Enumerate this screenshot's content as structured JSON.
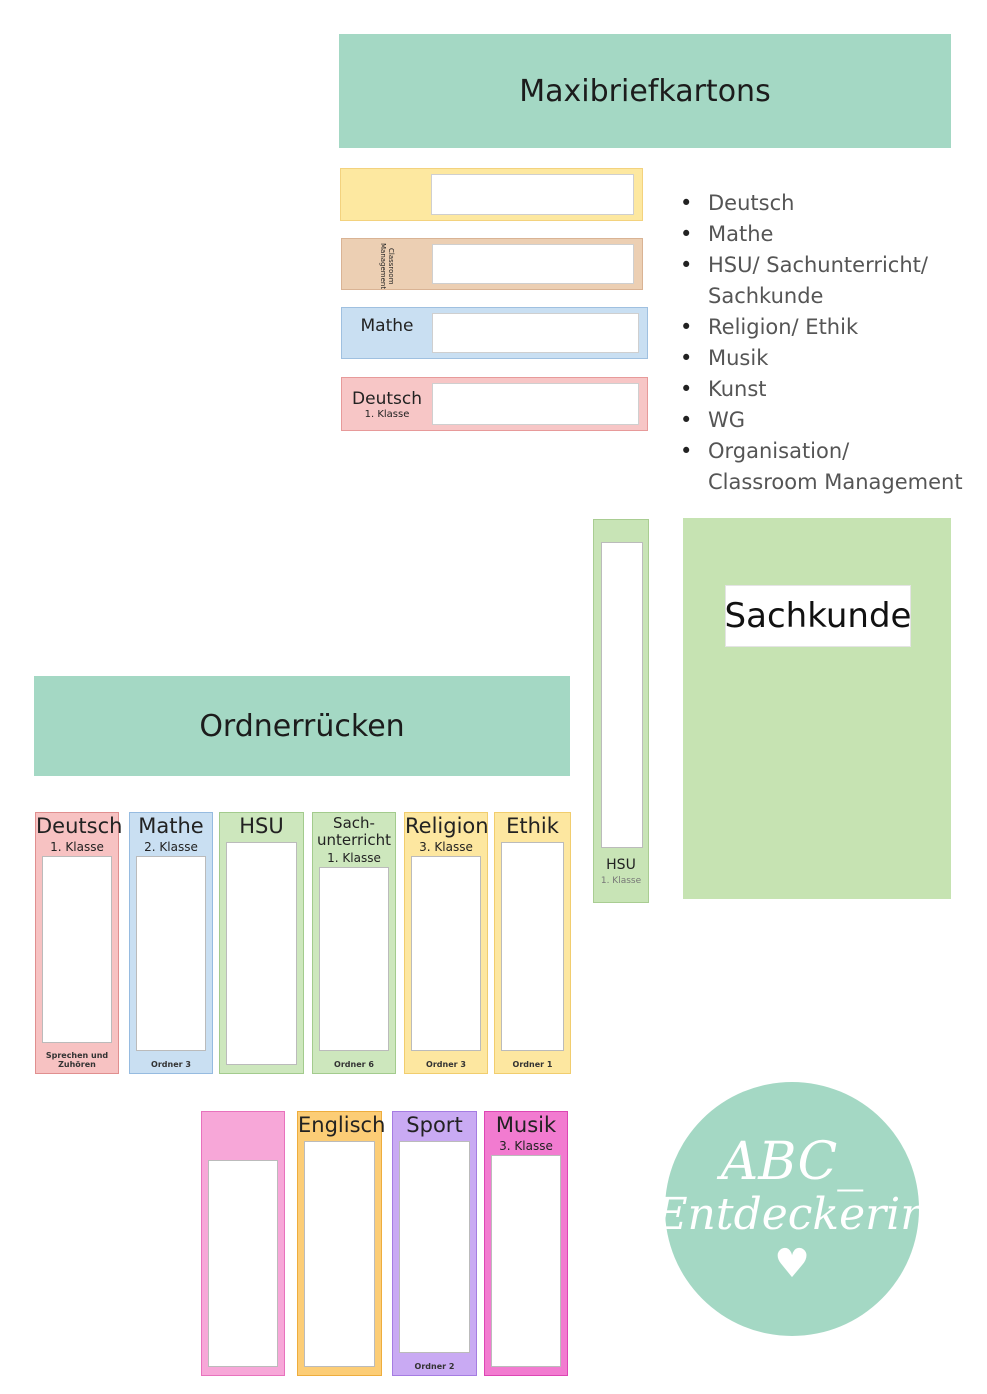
{
  "maxibrief": {
    "title": "Maxibriefkartons",
    "labels": [
      {
        "text": "",
        "sub": "",
        "color": "#fde8a0",
        "border": "#f3d27e"
      },
      {
        "rotated": "Classroom Management",
        "color": "#eccfb3",
        "border": "#d9b394"
      },
      {
        "text": "Mathe",
        "sub": "",
        "color": "#c9dff2",
        "border": "#9fc0e0"
      },
      {
        "text": "Deutsch",
        "sub": "1. Klasse",
        "color": "#f7c6c6",
        "border": "#e79a9a"
      }
    ],
    "list": [
      "Deutsch",
      "Mathe",
      "HSU/ Sachunterricht/ Sachkunde",
      "Religion/ Ethik",
      "Musik",
      "Kunst",
      "WG",
      "Organisation/ Classroom Management"
    ]
  },
  "hsu_spine": {
    "title": "HSU",
    "sub": "1. Klasse",
    "color": "#c8e4b6",
    "border": "#a9cd92"
  },
  "sachkunde": {
    "label": "Sachkunde",
    "color": "#c6e3b2"
  },
  "ordner": {
    "title": "Ordnerrücken",
    "row1": [
      {
        "title": "Deutsch",
        "sub": "1. Klasse",
        "bottom": "Sprechen und Zuhören",
        "color": "#f7c2c2",
        "border": "#e08f8f"
      },
      {
        "title": "Mathe",
        "sub": "2. Klasse",
        "bottom": "Ordner 3",
        "color": "#c9dff2",
        "border": "#96bbe0"
      },
      {
        "title": "HSU",
        "sub": "",
        "bottom": "",
        "color": "#cde7bd",
        "border": "#a3cb8d"
      },
      {
        "title": "Sach-\nunterricht",
        "sub": "1. Klasse",
        "bottom": "Ordner 6",
        "color": "#cde7bd",
        "border": "#a3cb8d"
      },
      {
        "title": "Religion",
        "sub": "3. Klasse",
        "bottom": "Ordner 3",
        "color": "#fde7a0",
        "border": "#f1cd6e"
      },
      {
        "title": "Ethik",
        "sub": "",
        "bottom": "Ordner 1",
        "color": "#fde7a0",
        "border": "#f1cd6e"
      }
    ],
    "row2": [
      {
        "title": "",
        "sub": "",
        "bottom": "",
        "color": "#f7a7d8",
        "border": "#e872bd"
      },
      {
        "title": "Englisch",
        "sub": "",
        "bottom": "",
        "color": "#fccd76",
        "border": "#eead3d"
      },
      {
        "title": "Sport",
        "sub": "",
        "bottom": "Ordner 2",
        "color": "#c9aaf3",
        "border": "#a57ce2"
      },
      {
        "title": "Musik",
        "sub": "3. Klasse",
        "bottom": "",
        "color": "#f27bd0",
        "border": "#dd46b4"
      }
    ]
  },
  "logo": {
    "line1": "ABC_",
    "line2": "Entdeckerin",
    "heart": "♥",
    "color": "#a4d8c4"
  }
}
